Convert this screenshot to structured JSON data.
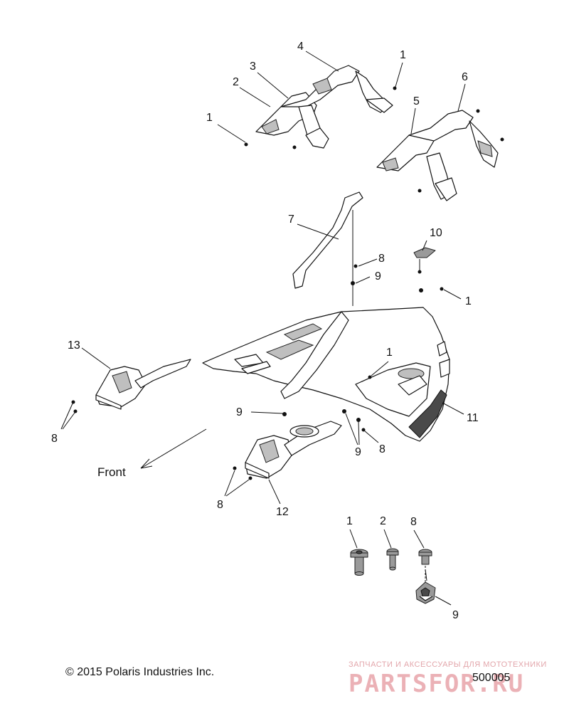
{
  "diagram": {
    "front_label": "Front",
    "callouts": {
      "c1a": "1",
      "c1b": "1",
      "c1c": "1",
      "c1d": "1",
      "c2": "2",
      "c3": "3",
      "c4": "4",
      "c5": "5",
      "c6": "6",
      "c7": "7",
      "c8a": "8",
      "c8b": "8",
      "c8c": "8",
      "c8d": "8",
      "c9a": "9",
      "c9b": "9",
      "c9c": "9",
      "c10": "10",
      "c11": "11",
      "c12": "12",
      "c13": "13",
      "d1": "1",
      "d2": "2",
      "d8": "8",
      "d9": "9"
    }
  },
  "footer": {
    "copyright": "© 2015 Polaris Industries Inc.",
    "diagram_id": "500005"
  },
  "watermark": {
    "tagline": "ЗАПЧАСТИ И АКСЕССУАРЫ ДЛЯ МОТОТЕХНИКИ",
    "logo_color": "#d9707a"
  }
}
